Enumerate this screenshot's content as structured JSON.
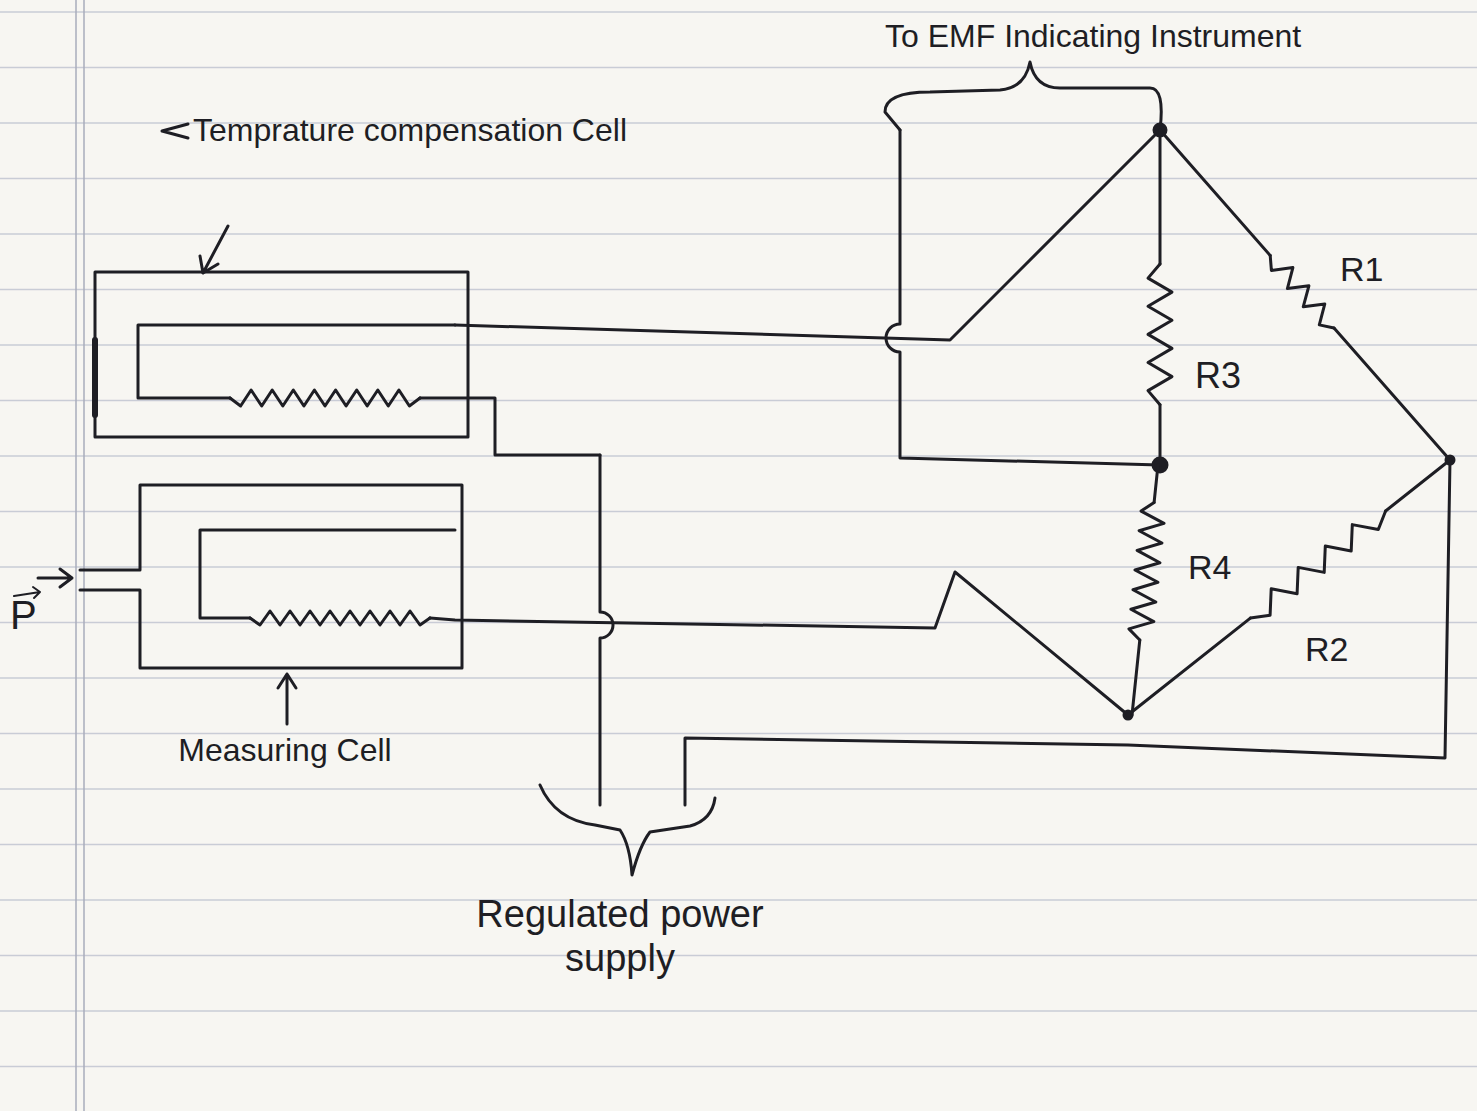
{
  "diagram": {
    "labels": [
      "To EMF Indicating Instrument",
      "Temprature compensation Cell",
      "R1",
      "R3",
      "R4",
      "P",
      "R2",
      "Measuring Cell",
      "Regulated power supply"
    ]
  }
}
